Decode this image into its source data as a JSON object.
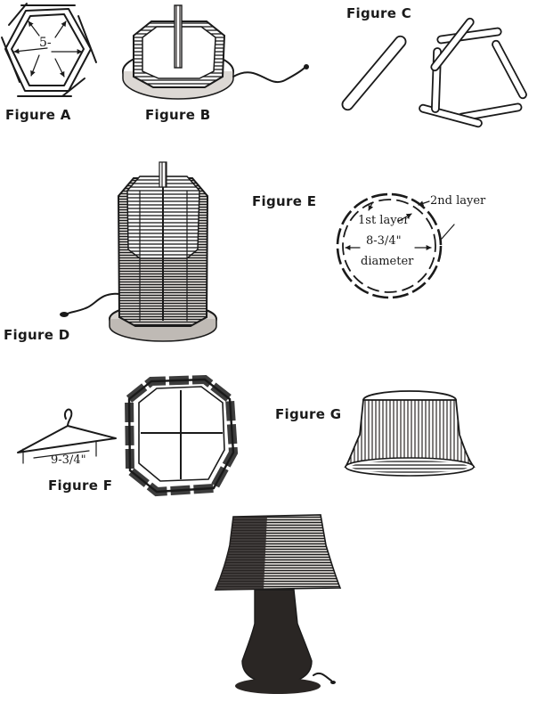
{
  "figures": {
    "a": {
      "label": "Figure A",
      "inner_number": "5-"
    },
    "b": {
      "label": "Figure B"
    },
    "c": {
      "label": "Figure C"
    },
    "d": {
      "label": "Figure D"
    },
    "e": {
      "label": "Figure E",
      "callout_outer": "2nd layer",
      "callout_inner": "1st layer",
      "dimension": "8-3/4\"",
      "dimension_caption": "diameter"
    },
    "f": {
      "label": "Figure F",
      "dimension": "9-3/4\""
    },
    "g": {
      "label": "Figure G"
    }
  }
}
